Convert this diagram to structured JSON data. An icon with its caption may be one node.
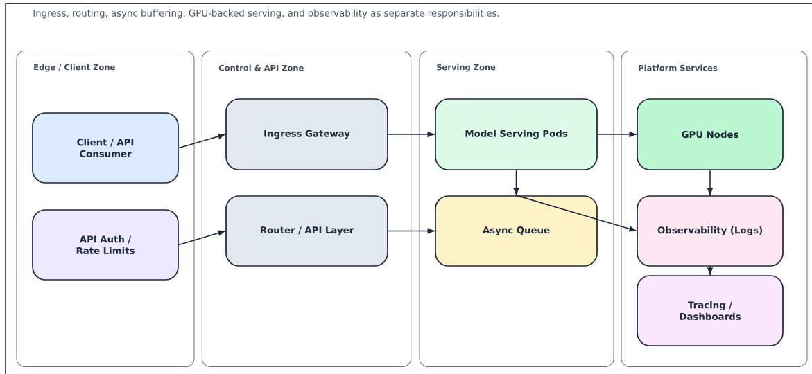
{
  "diagram": {
    "nodes": [
      {
        "text": [
          "Edge / Client Zone"
        ]
      },
      {
        "text": [
          "Client / API Consumer"
        ],
        "in": 0
      },
      {
        "text": [
          "API Auth / Rate Limits"
        ],
        "in": 0
      },
      {
        "text": [
          "Control & API Zone"
        ]
      },
      {
        "text": [
          "Ingress Gateway"
        ],
        "in": 3
      },
      {
        "text": [
          "Router / API Layer"
        ],
        "in": 3
      },
      {
        "text": [
          "Serving Zone"
        ]
      },
      {
        "text": [
          "Model Serving Pods"
        ],
        "in": 6
      },
      {
        "text": [
          "Async Queue"
        ],
        "in": 6
      },
      {
        "text": [
          "Platform Services"
        ]
      },
      {
        "text": [
          "GPU Nodes"
        ],
        "in": 9
      },
      {
        "text": [
          "Observability (Logs)"
        ],
        "in": 9
      },
      {
        "text": [
          "Tracing / Dashboards"
        ],
        "in": 9
      }
    ],
    "edges": [
      {
        "from": 1,
        "to": 4,
        "arrow": "to"
      },
      {
        "from": 2,
        "to": 5,
        "arrow": "to"
      },
      {
        "from": 4,
        "to": 7,
        "arrow": "to"
      },
      {
        "from": 5,
        "to": 8,
        "arrow": "to"
      },
      {
        "from": 7,
        "to": 10,
        "arrow": "to"
      },
      {
        "from": 7,
        "to": 8,
        "arrow": "to"
      },
      {
        "from": 10,
        "to": 11,
        "arrow": "to"
      },
      {
        "from": 8,
        "to": 11,
        "arrow": "to"
      },
      {
        "from": 11,
        "to": 12,
        "arrow": "to"
      }
    ],
    "labels": [
      "Ingress, routing, async buffering, GPU-backed serving, and observability as separate responsibilities."
    ]
  }
}
